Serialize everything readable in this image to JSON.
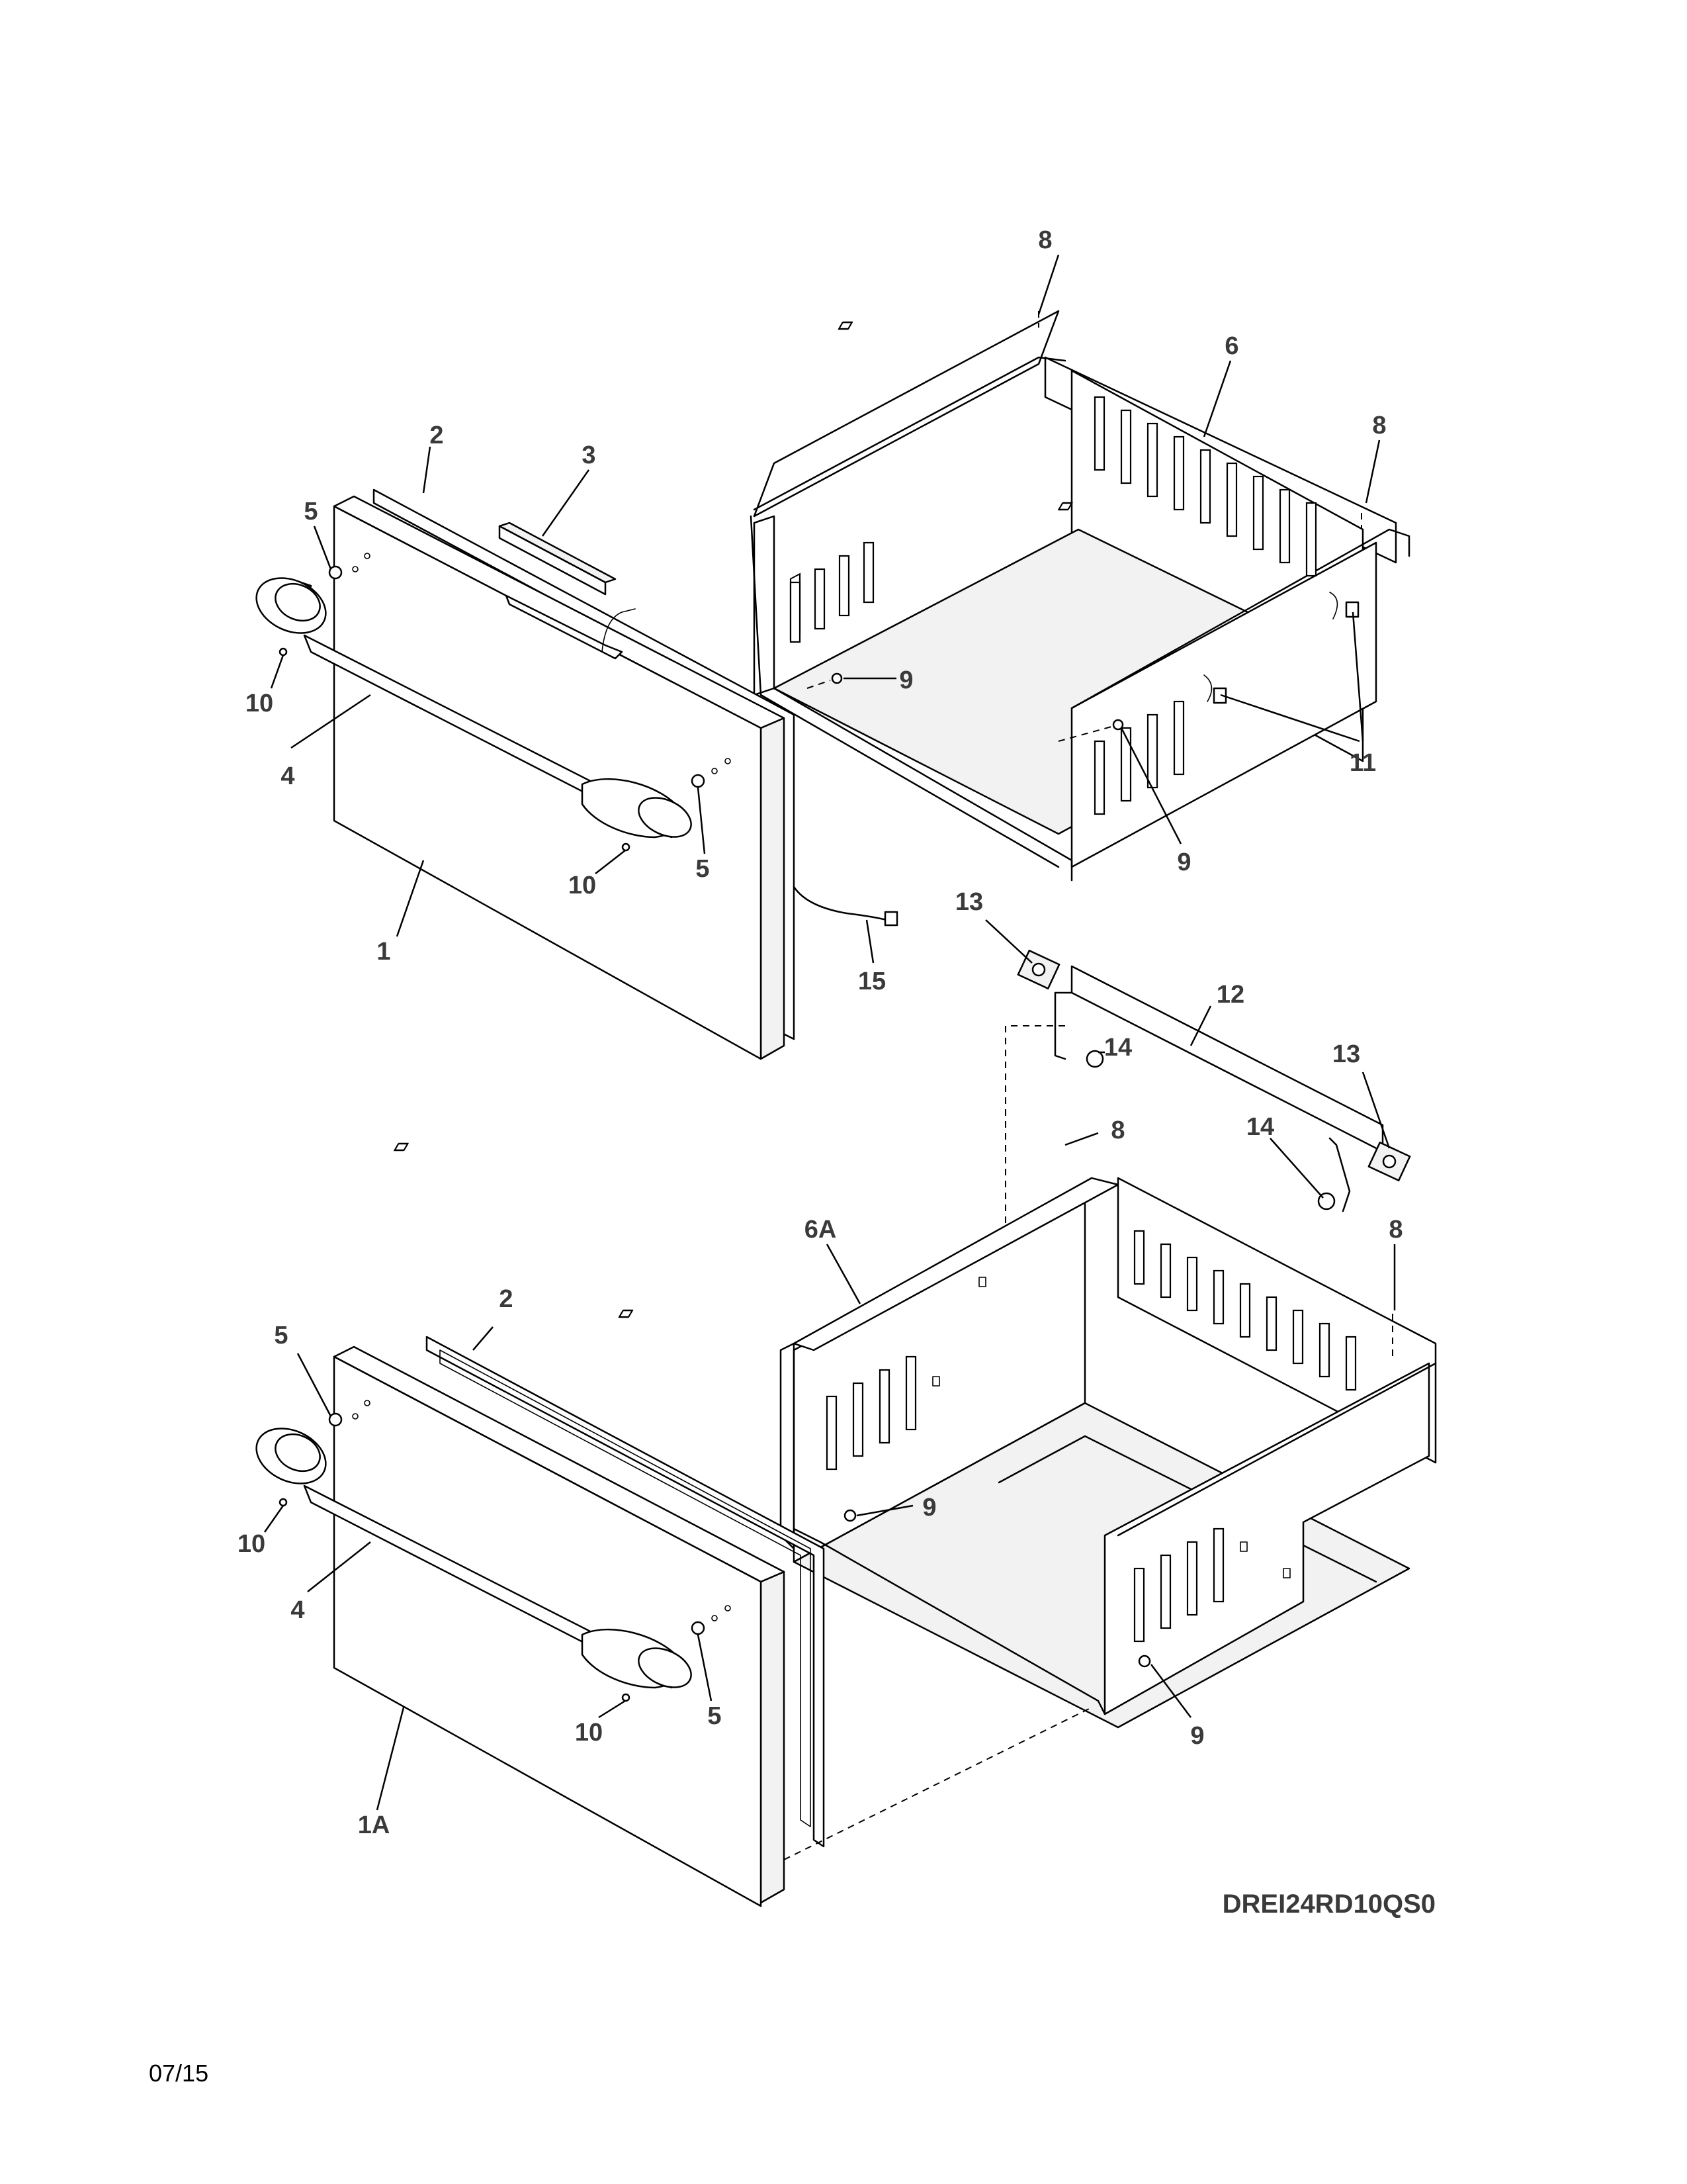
{
  "diagram": {
    "model_number": "DREI24RD10QS0",
    "date_code": "07/15",
    "part_labels": {
      "p1": "1",
      "p1a": "1A",
      "p2": "2",
      "p3": "3",
      "p4": "4",
      "p5": "5",
      "p6": "6",
      "p6a": "6A",
      "p8": "8",
      "p9": "9",
      "p10": "10",
      "p11": "11",
      "p12": "12",
      "p13": "13",
      "p14": "14",
      "p15": "15"
    }
  }
}
